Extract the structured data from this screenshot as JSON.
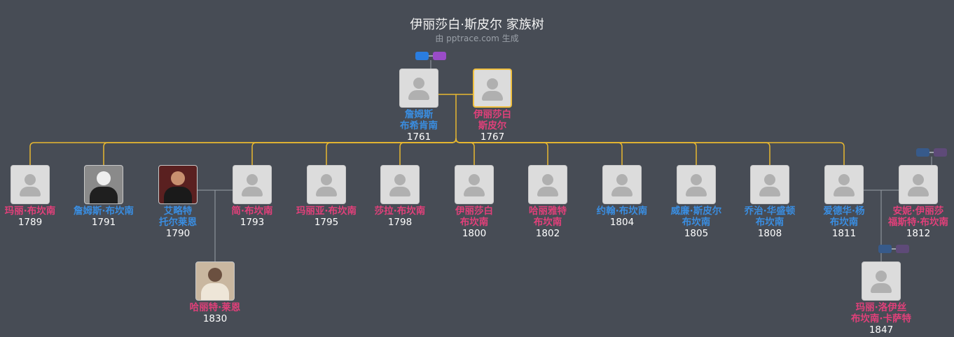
{
  "title": "伊丽莎白·斯皮尔 家族树",
  "subtitle": "由 pptrace.com 生成",
  "people": [
    {
      "id": "james_sr",
      "name1": "詹姆斯",
      "name2": "布希肯南",
      "year": "1761",
      "gender": "m"
    },
    {
      "id": "elizabeth_speer",
      "name1": "伊丽莎白",
      "name2": "斯皮尔",
      "year": "1767",
      "gender": "f",
      "selected": true
    },
    {
      "id": "mary_1789",
      "name1": "玛丽·布坎南",
      "name2": "",
      "year": "1789",
      "gender": "f"
    },
    {
      "id": "james_1791",
      "name1": "詹姆斯·布坎南",
      "name2": "",
      "year": "1791",
      "gender": "m",
      "photo": "p1"
    },
    {
      "id": "elliott_lane",
      "name1": "艾略特",
      "name2": "托尔莱恩",
      "year": "1790",
      "gender": "m",
      "photo": "p2"
    },
    {
      "id": "jane_1793",
      "name1": "简·布坎南",
      "name2": "",
      "year": "1793",
      "gender": "f"
    },
    {
      "id": "maria_1795",
      "name1": "玛丽亚·布坎南",
      "name2": "",
      "year": "1795",
      "gender": "f"
    },
    {
      "id": "sarah_1798",
      "name1": "莎拉·布坎南",
      "name2": "",
      "year": "1798",
      "gender": "f"
    },
    {
      "id": "elizabeth_1800",
      "name1": "伊丽莎白",
      "name2": "布坎南",
      "year": "1800",
      "gender": "f"
    },
    {
      "id": "harriet_1802",
      "name1": "哈丽雅特",
      "name2": "布坎南",
      "year": "1802",
      "gender": "f"
    },
    {
      "id": "john_1804",
      "name1": "约翰·布坎南",
      "name2": "",
      "year": "1804",
      "gender": "m"
    },
    {
      "id": "william_1805",
      "name1": "威廉·斯皮尔",
      "name2": "布坎南",
      "year": "1805",
      "gender": "m"
    },
    {
      "id": "george_1808",
      "name1": "乔治·华盛顿",
      "name2": "布坎南",
      "year": "1808",
      "gender": "m"
    },
    {
      "id": "edward_1811",
      "name1": "爱德华·杨",
      "name2": "布坎南",
      "year": "1811",
      "gender": "m"
    },
    {
      "id": "annie_1812",
      "name1": "安妮·伊丽莎",
      "name2": "福斯特·布坎南",
      "year": "1812",
      "gender": "f"
    },
    {
      "id": "harriet_lane",
      "name1": "哈丽特·莱恩",
      "name2": "",
      "year": "1830",
      "gender": "f",
      "photo": "p3"
    },
    {
      "id": "mary_louise",
      "name1": "玛丽·洛伊丝",
      "name2": "布坎南·卡萨特",
      "year": "1847",
      "gender": "f"
    }
  ]
}
